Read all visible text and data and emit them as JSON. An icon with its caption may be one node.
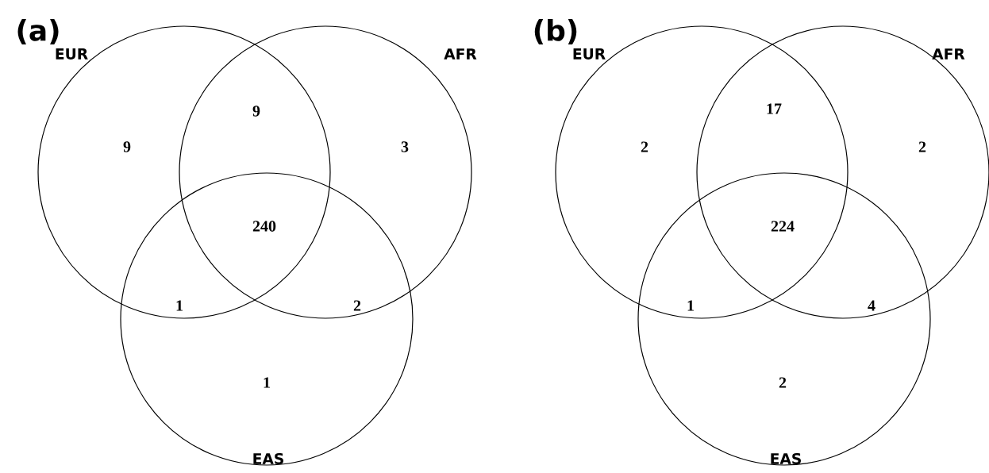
{
  "diagram": {
    "nodes": [
      {
        "text": [
          "EUR"
        ]
      },
      {
        "text": [
          "AFR"
        ]
      },
      {
        "text": [
          "EAS"
        ]
      },
      {
        "text": [
          "EUR"
        ]
      },
      {
        "text": [
          "AFR"
        ]
      },
      {
        "text": [
          "EAS"
        ]
      }
    ],
    "edges": [],
    "labels": [
      "(a)",
      "9",
      "9",
      "3",
      "240",
      "1",
      "2",
      "1",
      "(b)",
      "2",
      "17",
      "2",
      "224",
      "1",
      "4",
      "2"
    ]
  }
}
